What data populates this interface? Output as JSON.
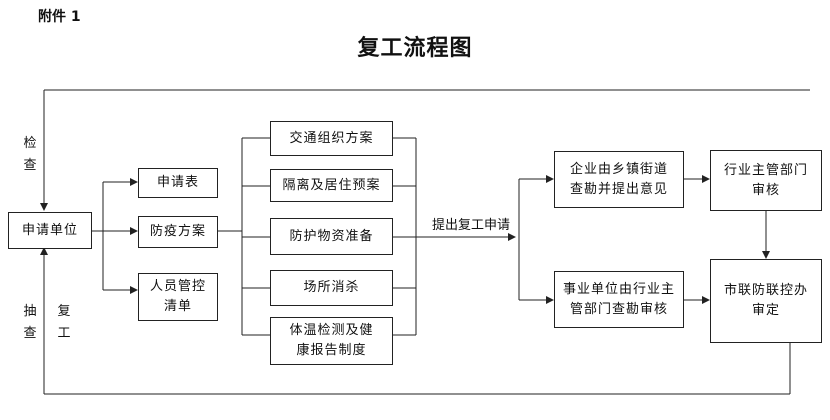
{
  "header": {
    "attachment": "附件 1",
    "title": "复工流程图"
  },
  "boxes": {
    "applicant": "申请单位",
    "application_form": "申请表",
    "prevention_plan": "防疫方案",
    "personnel_list": "人员管控\n清单",
    "traffic_plan": "交通组织方案",
    "isolation_plan": "隔离及居住预案",
    "protective_supplies": "防护物资准备",
    "site_disinfection": "场所消杀",
    "temperature_system": "体温检测及健\n康报告制度",
    "enterprise_review": "企业由乡镇街道\n查勘并提出意见",
    "institution_review": "事业单位由行业主\n管部门查勘审核",
    "industry_dept": "行业主管部门\n审核",
    "city_office": "市联防联控办\n审定"
  },
  "labels": {
    "check": "检查",
    "spot_check": "抽查",
    "resume": "复工",
    "submit": "提出复工申请"
  }
}
